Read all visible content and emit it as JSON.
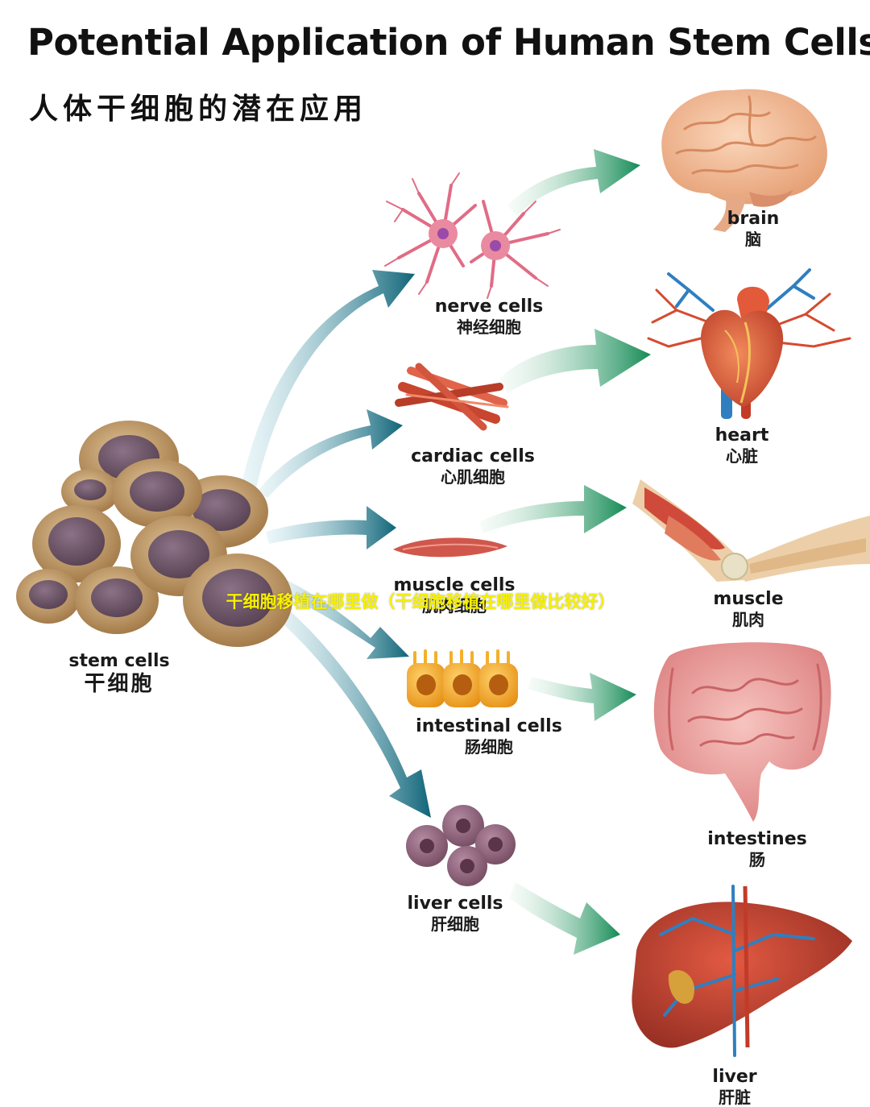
{
  "title": "Potential Application of Human Stem Cells",
  "subtitle": "人体干细胞的潜在应用",
  "overlay_caption": "干细胞移植在哪里做（干细胞移植在哪里做比较好）",
  "colors": {
    "arrow_teal": "#0f6478",
    "arrow_green": "#138a55",
    "stem_cell": "#b38b55",
    "stem_nucleus": "#6f5568",
    "nerve": "#e06c85",
    "cardiac": "#c8452e",
    "muscle": "#d0574c",
    "intestinal": "#f0a01a",
    "liver_cell": "#8a5b73",
    "brain": "#f0b890",
    "heart": "#d8543a",
    "intestine": "#e48c8c",
    "liver": "#b53b2c",
    "vessel_blue": "#2f7fc0",
    "caption_yellow": "#f6f000"
  },
  "stem": {
    "en": "stem cells",
    "zh": "干细胞"
  },
  "cells": [
    {
      "en": "nerve cells",
      "zh": "神经细胞"
    },
    {
      "en": "cardiac cells",
      "zh": "心肌细胞"
    },
    {
      "en": "muscle cells",
      "zh": "肌肉细胞"
    },
    {
      "en": "intestinal cells",
      "zh": "肠细胞"
    },
    {
      "en": "liver cells",
      "zh": "肝细胞"
    }
  ],
  "organs": [
    {
      "en": "brain",
      "zh": "脑"
    },
    {
      "en": "heart",
      "zh": "心脏"
    },
    {
      "en": "muscle",
      "zh": "肌肉"
    },
    {
      "en": "intestines",
      "zh": "肠"
    },
    {
      "en": "liver",
      "zh": "肝脏"
    }
  ]
}
